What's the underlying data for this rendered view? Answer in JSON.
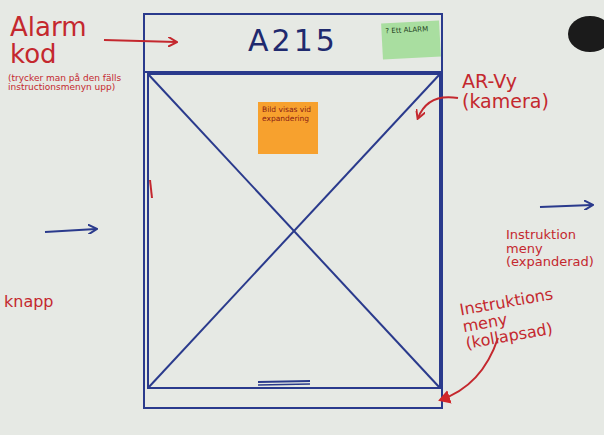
{
  "diagram": {
    "nodes": [
      {
        "text": [
          "A215"
        ]
      },
      {
        "text": [
          "? Ett ALARM"
        ],
        "in": 0
      },
      {
        "text": [
          "Bild visas vid expandering"
        ]
      }
    ],
    "labels": [
      "Alarm kod",
      "(trycker man på den fälls instructionsmenyn upp)",
      "AR-Vy (kamera)",
      "Instruktion meny (expanderad)",
      "knapp",
      "Instruktions meny (kollapsad)"
    ]
  }
}
